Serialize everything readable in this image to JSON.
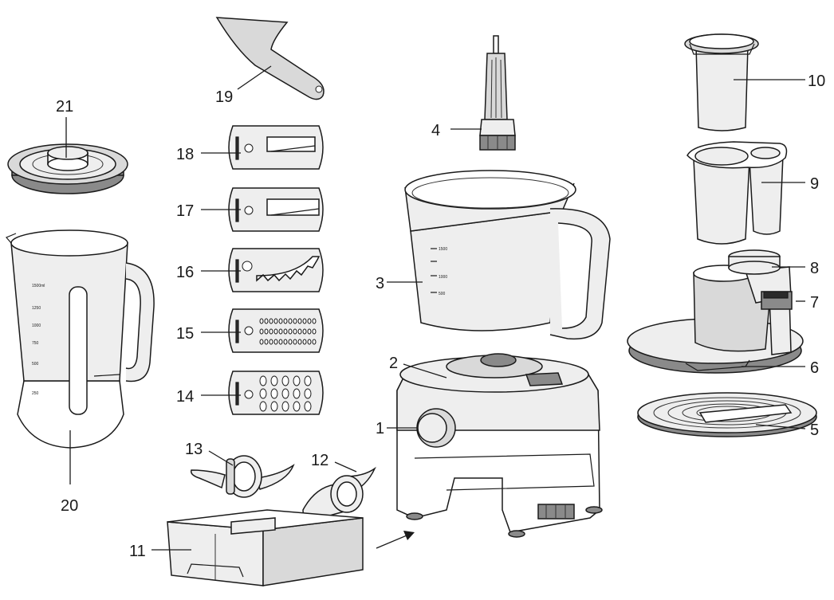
{
  "diagram": {
    "callouts": [
      "1",
      "2",
      "3",
      "4",
      "5",
      "6",
      "7",
      "8",
      "9",
      "10",
      "11",
      "12",
      "13",
      "14",
      "15",
      "16",
      "17",
      "18",
      "19",
      "20",
      "21"
    ]
  },
  "jug_scale": [
    "1500ml",
    "1250",
    "1000",
    "750",
    "500",
    "250"
  ],
  "bowl_scale": [
    "1500",
    "1000",
    "500"
  ]
}
